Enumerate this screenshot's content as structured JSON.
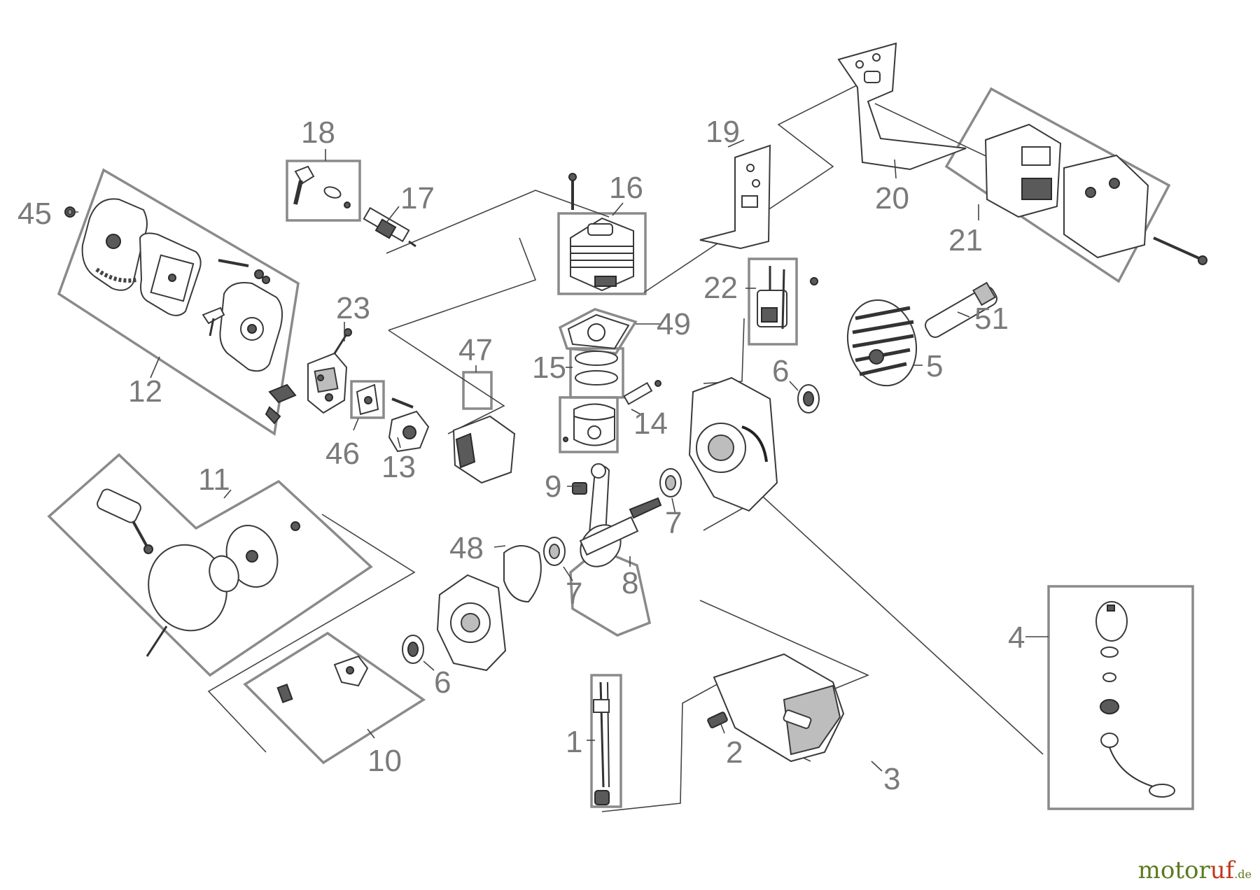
{
  "part_labels": {
    "p1": "1",
    "p2": "2",
    "p3": "3",
    "p4": "4",
    "p5": "5",
    "p6a": "6",
    "p6b": "6",
    "p7a": "7",
    "p7b": "7",
    "p8": "8",
    "p9": "9",
    "p10": "10",
    "p11": "11",
    "p12": "12",
    "p13": "13",
    "p14": "14",
    "p15": "15",
    "p16": "16",
    "p17": "17",
    "p18": "18",
    "p19": "19",
    "p20": "20",
    "p21": "21",
    "p22": "22",
    "p23": "23",
    "p45": "45",
    "p46": "46",
    "p47": "47",
    "p48": "48",
    "p49": "49",
    "p51": "51"
  },
  "watermark": {
    "part1": "motor",
    "part2": "uf",
    "suffix": ".de"
  },
  "colors": {
    "label": "#7a7a7a",
    "line": "#3a3a3a",
    "group_frame": "#8a8a8a"
  }
}
